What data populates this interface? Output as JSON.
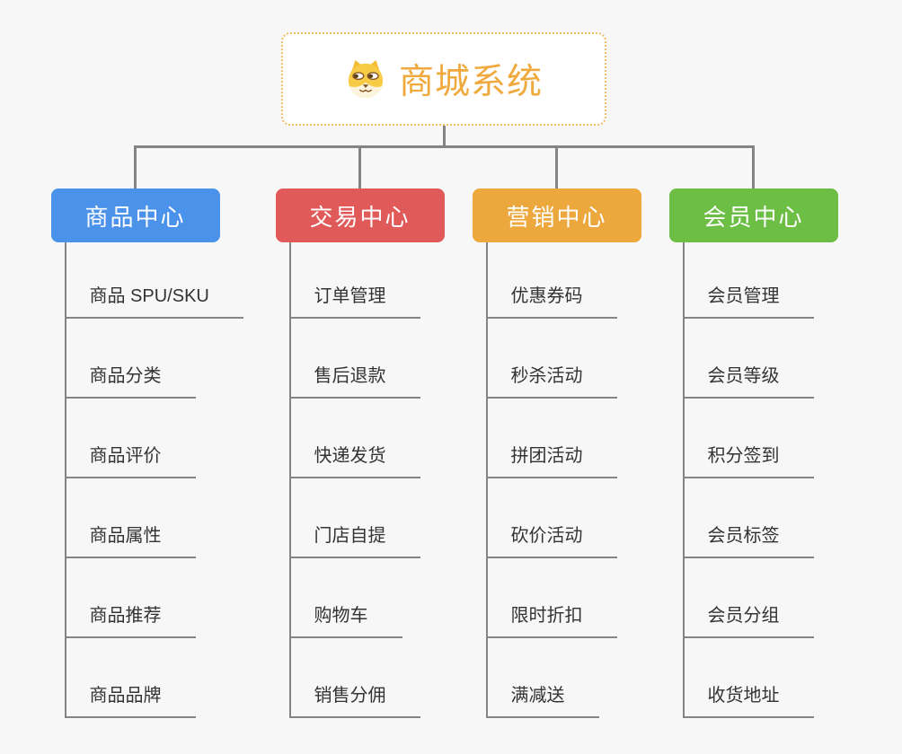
{
  "canvas": {
    "background": "#F7F7F7",
    "connector_color": "#848484",
    "leaf_text_color": "#333333"
  },
  "root": {
    "title": "商城系统",
    "icon": "shiba-dog-icon",
    "text_color": "#EFA93D",
    "border_color": "#F3BC66",
    "icon_colors": {
      "fur": "#F8CB46",
      "ear": "#F5BD35",
      "muzzle": "#FDF4DE",
      "eye_outline": "#8A5A28",
      "pupil": "#5F3D15",
      "nose": "#7A4A1E"
    }
  },
  "branches": [
    {
      "label": "商品中心",
      "color": "#4B92EA",
      "items": [
        "商品 SPU/SKU",
        "商品分类",
        "商品评价",
        "商品属性",
        "商品推荐",
        "商品品牌"
      ]
    },
    {
      "label": "交易中心",
      "color": "#E15A5A",
      "items": [
        "订单管理",
        "售后退款",
        "快递发货",
        "门店自提",
        "购物车",
        "销售分佣"
      ]
    },
    {
      "label": "营销中心",
      "color": "#ECA73D",
      "items": [
        "优惠券码",
        "秒杀活动",
        "拼团活动",
        "砍价活动",
        "限时折扣",
        "满减送"
      ]
    },
    {
      "label": "会员中心",
      "color": "#6CBE44",
      "items": [
        "会员管理",
        "会员等级",
        "积分签到",
        "会员标签",
        "会员分组",
        "收货地址"
      ]
    }
  ]
}
